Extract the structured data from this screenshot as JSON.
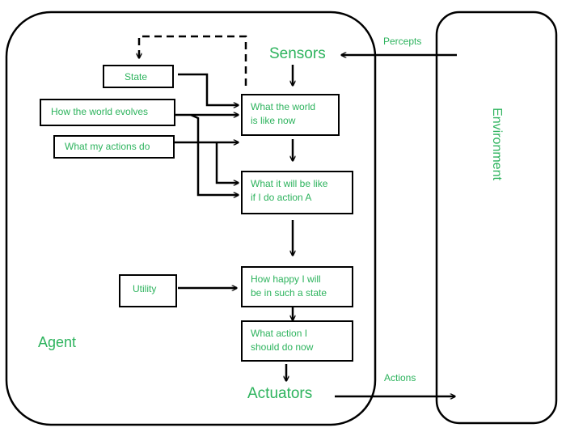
{
  "labels": {
    "sensors": "Sensors",
    "actuators": "Actuators",
    "agent": "Agent",
    "environment": "Environment",
    "percepts": "Percepts",
    "actions": "Actions"
  },
  "boxes": {
    "state": "State",
    "how_world_evolves": "How the world evolves",
    "what_my_actions_do": "What my actions do",
    "utility": "Utility",
    "what_world_is_like_now": [
      "What the world",
      "is like now"
    ],
    "what_it_will_be_like": [
      "What it will be like",
      "if I do action A"
    ],
    "how_happy": [
      "How happy I will",
      "be in such a state"
    ],
    "what_action": [
      "What action I",
      "should do now"
    ]
  },
  "colors": {
    "text": "#2db35d",
    "lines": "#000000"
  }
}
